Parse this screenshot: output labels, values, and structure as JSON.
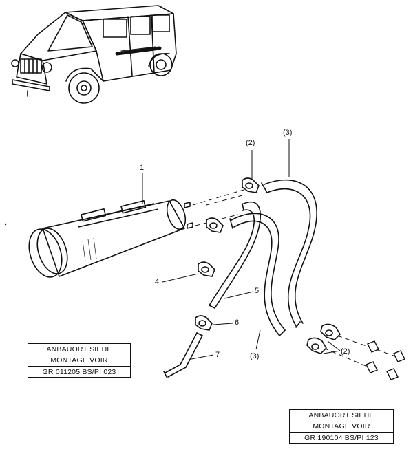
{
  "callouts": {
    "p1": "1",
    "p2_top": "(2)",
    "p3_top": "(3)",
    "p4": "4",
    "p5": "5",
    "p6": "6",
    "p7": "7",
    "p3_bottom": "(3)",
    "p2_right": "(2)"
  },
  "ref_box_left": {
    "line1": "ANBAUORT SIEHE",
    "line2": "MONTAGE VOIR",
    "ref": "GR  011205  BS/PI  023"
  },
  "ref_box_right": {
    "line1": "ANBAUORT SIEHE",
    "line2": "MONTAGE VOIR",
    "ref": "GR  190104  BS/PI  123"
  }
}
